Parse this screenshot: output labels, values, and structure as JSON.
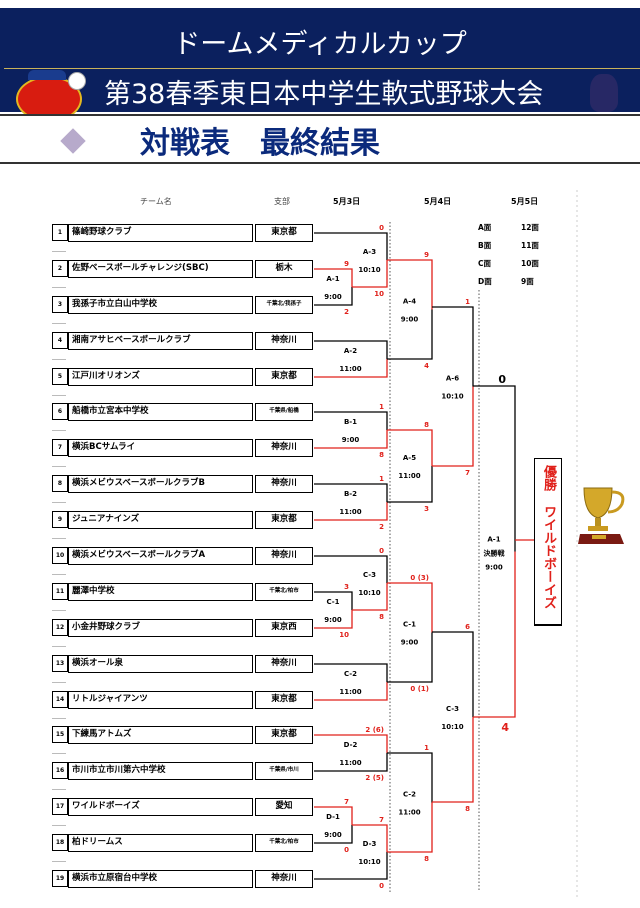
{
  "header": {
    "cup_name": "ドームメディカルカップ",
    "tournament_title": "第38春季東日本中学生軟式野球大会",
    "subtitle": "対戦表　最終結果"
  },
  "columns": {
    "team": "チーム名",
    "branch": "支部"
  },
  "dates": [
    "5月3日",
    "5月4日",
    "5月5日"
  ],
  "fields": [
    {
      "name": "A面",
      "value": "12面"
    },
    {
      "name": "B面",
      "value": "11面"
    },
    {
      "name": "C面",
      "value": "10面"
    },
    {
      "name": "D面",
      "value": "9面"
    }
  ],
  "teams": [
    {
      "no": "1",
      "name": "篠崎野球クラブ",
      "branch": "東京都"
    },
    {
      "no": "2",
      "name": "佐野ベースボールチャレンジ(SBC)",
      "branch": "栃木"
    },
    {
      "no": "3",
      "name": "我孫子市立白山中学校",
      "branch": "千葉北/我孫子"
    },
    {
      "no": "4",
      "name": "湘南アサヒベースボールクラブ",
      "branch": "神奈川"
    },
    {
      "no": "5",
      "name": "江戸川オリオンズ",
      "branch": "東京都"
    },
    {
      "no": "6",
      "name": "船橋市立宮本中学校",
      "branch": "千葉県/船橋"
    },
    {
      "no": "7",
      "name": "横浜BCサムライ",
      "branch": "神奈川"
    },
    {
      "no": "8",
      "name": "横浜メビウスベースボールクラブB",
      "branch": "神奈川"
    },
    {
      "no": "9",
      "name": "ジュニアナインズ",
      "branch": "東京都"
    },
    {
      "no": "10",
      "name": "横浜メビウスベースボールクラブA",
      "branch": "神奈川"
    },
    {
      "no": "11",
      "name": "麗澤中学校",
      "branch": "千葉北/柏市"
    },
    {
      "no": "12",
      "name": "小金井野球クラブ",
      "branch": "東京西"
    },
    {
      "no": "13",
      "name": "横浜オール泉",
      "branch": "神奈川"
    },
    {
      "no": "14",
      "name": "リトルジャイアンツ",
      "branch": "東京都"
    },
    {
      "no": "15",
      "name": "下練馬アトムズ",
      "branch": "東京都"
    },
    {
      "no": "16",
      "name": "市川市立市川第六中学校",
      "branch": "千葉県/市川"
    },
    {
      "no": "17",
      "name": "ワイルドボーイズ",
      "branch": "愛知"
    },
    {
      "no": "18",
      "name": "柏ドリームス",
      "branch": "千葉北/柏市"
    },
    {
      "no": "19",
      "name": "横浜市立原宿台中学校",
      "branch": "神奈川"
    }
  ],
  "matches": [
    {
      "label": "A-1",
      "time": "9:00",
      "score_top": "9",
      "score_bottom": "2",
      "winner": "top"
    },
    {
      "label": "A-3",
      "time": "10:10",
      "score_top": "0",
      "score_bottom": "10",
      "winner": "bottom"
    },
    {
      "label": "A-2",
      "time": "11:00",
      "score_top": "",
      "score_bottom": "",
      "winner": "bottom"
    },
    {
      "label": "B-1",
      "time": "9:00",
      "score_top": "1",
      "score_bottom": "8",
      "winner": "bottom"
    },
    {
      "label": "B-2",
      "time": "11:00",
      "score_top": "1",
      "score_bottom": "2",
      "winner": "bottom"
    },
    {
      "label": "C-1",
      "time": "9:00",
      "score_top": "3",
      "score_bottom": "10",
      "winner": "bottom"
    },
    {
      "label": "C-3",
      "time": "10:10",
      "score_top": "0",
      "score_bottom": "8",
      "winner": "bottom"
    },
    {
      "label": "C-2",
      "time": "11:00",
      "score_top": "",
      "score_bottom": "",
      "winner": "bottom"
    },
    {
      "label": "D-2",
      "time": "11:00",
      "score_top": "2 (6)",
      "score_bottom": "2 (5)",
      "winner": "top"
    },
    {
      "label": "D-1",
      "time": "9:00",
      "score_top": "7",
      "score_bottom": "0",
      "winner": "top"
    },
    {
      "label": "D-3",
      "time": "10:10",
      "score_top": "7",
      "score_bottom": "0",
      "winner": "top"
    },
    {
      "label": "A-4",
      "time": "9:00",
      "score_top": "9",
      "score_bottom": "4",
      "winner": "top"
    },
    {
      "label": "A-5",
      "time": "11:00",
      "score_top": "8",
      "score_bottom": "3",
      "winner": "top"
    },
    {
      "label": "C-1",
      "time": "9:00",
      "score_top": "0 (3)",
      "score_bottom": "0 (1)",
      "winner": "top"
    },
    {
      "label": "C-2",
      "time": "11:00",
      "score_top": "1",
      "score_bottom": "8",
      "winner": "bottom"
    },
    {
      "label": "A-6",
      "time": "10:10",
      "score_top": "1",
      "score_bottom": "7",
      "winner": "bottom"
    },
    {
      "label": "C-3",
      "time": "10:10",
      "score_top": "6",
      "score_bottom": "8",
      "winner": "bottom"
    },
    {
      "label": "A-1",
      "stage": "決勝戦",
      "time": "9:00",
      "score_top": "0",
      "score_bottom": "4",
      "winner": "bottom"
    }
  ],
  "champion": {
    "label": "優勝",
    "team": "ワイルドボーイズ"
  },
  "colors": {
    "navy": "#0b205e",
    "winner_line": "#e0201a",
    "title_blue": "#0b2a7c"
  }
}
